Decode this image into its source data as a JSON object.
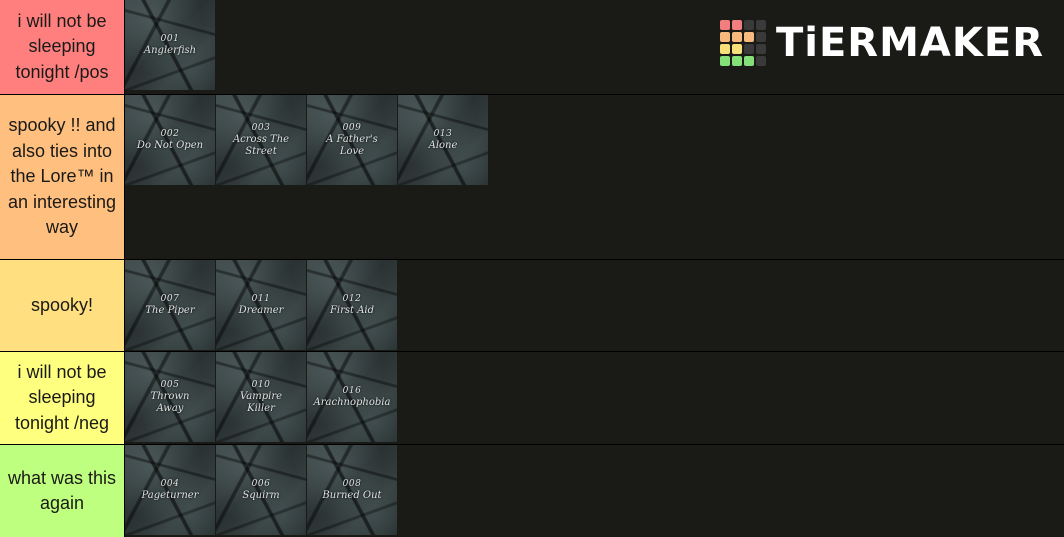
{
  "logo": {
    "text": "TiERMAKER",
    "grid_colors": [
      "#f47e7e",
      "#f47e7e",
      "#3a3a3a",
      "#3a3a3a",
      "#f7b97d",
      "#f7b97d",
      "#f7b97d",
      "#3a3a3a",
      "#f7e07a",
      "#f7e07a",
      "#3a3a3a",
      "#3a3a3a",
      "#86e07a",
      "#86e07a",
      "#86e07a",
      "#3a3a3a"
    ]
  },
  "tiers": [
    {
      "label": "i will not be sleeping tonight /pos",
      "color": "#ff7f7f",
      "items": [
        {
          "num": "001",
          "title": "Anglerfish"
        }
      ]
    },
    {
      "label": "spooky !! and also ties into the Lore™ in an interesting way",
      "color": "#ffbf7f",
      "items": [
        {
          "num": "002",
          "title": "Do Not Open"
        },
        {
          "num": "003",
          "title": "Across The Street"
        },
        {
          "num": "009",
          "title": "A Father's Love"
        },
        {
          "num": "013",
          "title": "Alone"
        }
      ]
    },
    {
      "label": "spooky!",
      "color": "#ffdf7f",
      "items": [
        {
          "num": "007",
          "title": "The Piper"
        },
        {
          "num": "011",
          "title": "Dreamer"
        },
        {
          "num": "012",
          "title": "First Aid"
        }
      ]
    },
    {
      "label": "i will not be sleeping tonight /neg",
      "color": "#ffff7f",
      "items": [
        {
          "num": "005",
          "title": "Thrown Away"
        },
        {
          "num": "010",
          "title": "Vampire Killer"
        },
        {
          "num": "016",
          "title": "Arachnophobia"
        }
      ]
    },
    {
      "label": "what was this again",
      "color": "#bfff7f",
      "items": [
        {
          "num": "004",
          "title": "Pageturner"
        },
        {
          "num": "006",
          "title": "Squirm"
        },
        {
          "num": "008",
          "title": "Burned Out"
        }
      ]
    }
  ]
}
